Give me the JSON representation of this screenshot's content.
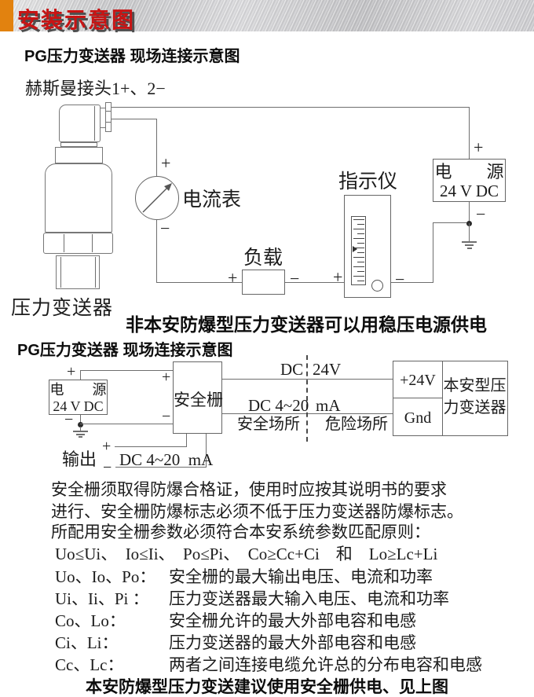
{
  "banner": {
    "title": "安装示意图"
  },
  "sym": {
    "plus": "+",
    "minus": "−"
  },
  "diagram1": {
    "title": "PG压力变送器 现场连接示意图",
    "connector_label": "赫斯曼接头1+、2−",
    "transmitter_label": "压力变送器",
    "ammeter_label": "电流表",
    "load_label": "负载",
    "indicator_label": "指示仪",
    "power": {
      "line1": "电　　源",
      "line2": "24 V DC"
    },
    "note": "非本安防爆型压力变送器可以用稳压电源供电"
  },
  "diagram2": {
    "title": "PG压力变送器 现场连接示意图",
    "power": {
      "line1": "电　　源",
      "line2": "24 V DC"
    },
    "barrier_label": "安全栅",
    "output_label": "输出",
    "output_signal": "DC 4~20  mA",
    "wire_top_left": "DC",
    "wire_top_right": "24V",
    "wire_bottom_left": "DC 4~20",
    "wire_bottom_right": "mA",
    "zone_safe": "安全场所",
    "zone_hazard": "危险场所",
    "terminal_plus": "+24V",
    "terminal_gnd": "Gnd",
    "device": {
      "line1": "本安型压",
      "line2": "力变送器"
    }
  },
  "notes": {
    "paragraph": [
      "安全栅须取得防爆合格证，使用时应按其说明书的要求",
      "进行、安全栅防爆标志必须不低于压力变送器防爆标志。",
      "所配用安全栅参数必须符合本安系统参数匹配原则："
    ],
    "formula": "Uo≤Ui、　Io≤Ii、　Po≤Pi、　Co≥Cc+Ci　和　Lo≥Lc+Li",
    "definitions": [
      {
        "term": "Uo、Io、Po：",
        "desc": "安全栅的最大输出电压、电流和功率"
      },
      {
        "term": "Ui、Ii、Pi ：",
        "desc": "压力变送器最大输入电压、电流和功率"
      },
      {
        "term": "Co、Lo：",
        "desc": "安全栅允许的最大外部电容和电感"
      },
      {
        "term": "Ci、Li：",
        "desc": "压力变送器的最大外部电容和电感"
      },
      {
        "term": "Cc、Lc：",
        "desc": "两者之间连接电缆允许总的分布电容和电感"
      }
    ],
    "footer": "本安防爆型压力变送建议使用安全栅供电、见上图"
  },
  "colors": {
    "accent_orange": "#e2820f",
    "title_red": "#c81414",
    "wire_gray": "#6e6e6e"
  }
}
